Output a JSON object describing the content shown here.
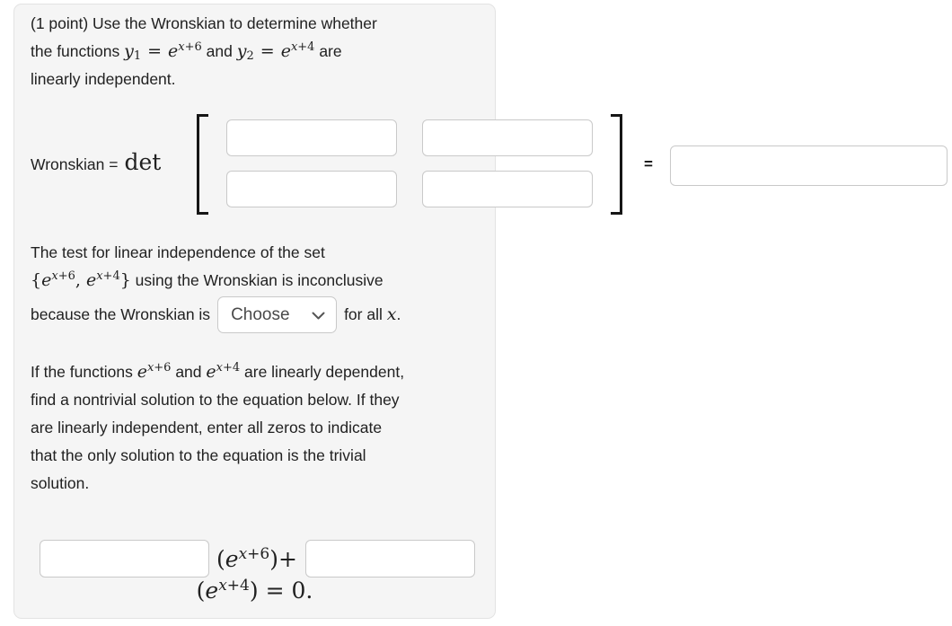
{
  "colors": {
    "panel_background": "#f5f5f5",
    "input_border": "#c9c9c9",
    "text": "#212121"
  },
  "problem": {
    "intro": {
      "line1": "(1 point) Use the Wronskian to determine whether",
      "line2_pre": "the functions ",
      "and": " and ",
      "line2_post": " are",
      "line3": "linearly independent."
    },
    "wronskian_row": {
      "label": "Wronskian =",
      "det": "det",
      "equals": "=",
      "matrix_inputs": [
        "",
        "",
        "",
        ""
      ],
      "result_value": ""
    },
    "test": {
      "line1": "The test for linear independence of the set",
      "line2_post": " using the Wronskian is inconclusive",
      "line3_pre": "because the Wronskian is",
      "dropdown_value": "Choose",
      "line3_mid": "for all ",
      "period": "."
    },
    "dependent": {
      "line1_pre": "If the functions ",
      "and": " and ",
      "line1_post": " are linearly dependent,",
      "line2": "find a nontrivial solution to the equation below. If they",
      "line3": "are linearly independent, enter all zeros to indicate",
      "line4": "that the only solution to the equation is the trivial",
      "line5": "solution."
    },
    "equation": {
      "coeff1": "",
      "coeff2": "",
      "lparen": "(",
      "rparen_plus": ")+",
      "rparen": ")",
      "eq_zero": "= 0."
    }
  },
  "math": {
    "y": "y",
    "sub1": "1",
    "sub2": "2",
    "eq": "=",
    "e": "e",
    "x": "x",
    "plus6": "+6",
    "plus4": "+4",
    "lbrace": "{",
    "rbrace": "}",
    "comma": ", "
  }
}
